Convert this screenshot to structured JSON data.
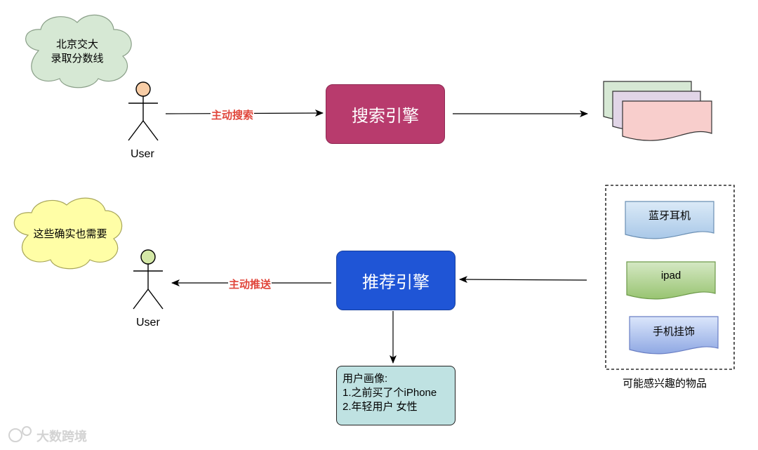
{
  "colors": {
    "search_engine": "#b83b6d",
    "recommend_engine": "#1f55d6",
    "edge_label": "#e0453a",
    "cloud_green": "#d6e8d4",
    "cloud_yellow": "#fffea6",
    "user_top_head": "#f8cda6",
    "user_bottom_head": "#d4e8a6",
    "profile_box": "#bfe2e2"
  },
  "top_flow": {
    "cloud_text": "北京交大\n录取分数线",
    "user_label": "User",
    "edge_label": "主动搜索",
    "engine_label": "搜索引擎"
  },
  "bottom_flow": {
    "cloud_text": "这些确实也需要",
    "user_label": "User",
    "edge_label": "主动推送",
    "engine_label": "推荐引擎",
    "profile": {
      "title": "用户画像:",
      "lines": [
        "1.之前买了个iPhone",
        "2.年轻用户 女性"
      ]
    },
    "items_group": {
      "caption": "可能感兴趣的物品",
      "items": [
        "蓝牙耳机",
        "ipad",
        "手机挂饰"
      ]
    }
  },
  "watermark": "大数跨境"
}
